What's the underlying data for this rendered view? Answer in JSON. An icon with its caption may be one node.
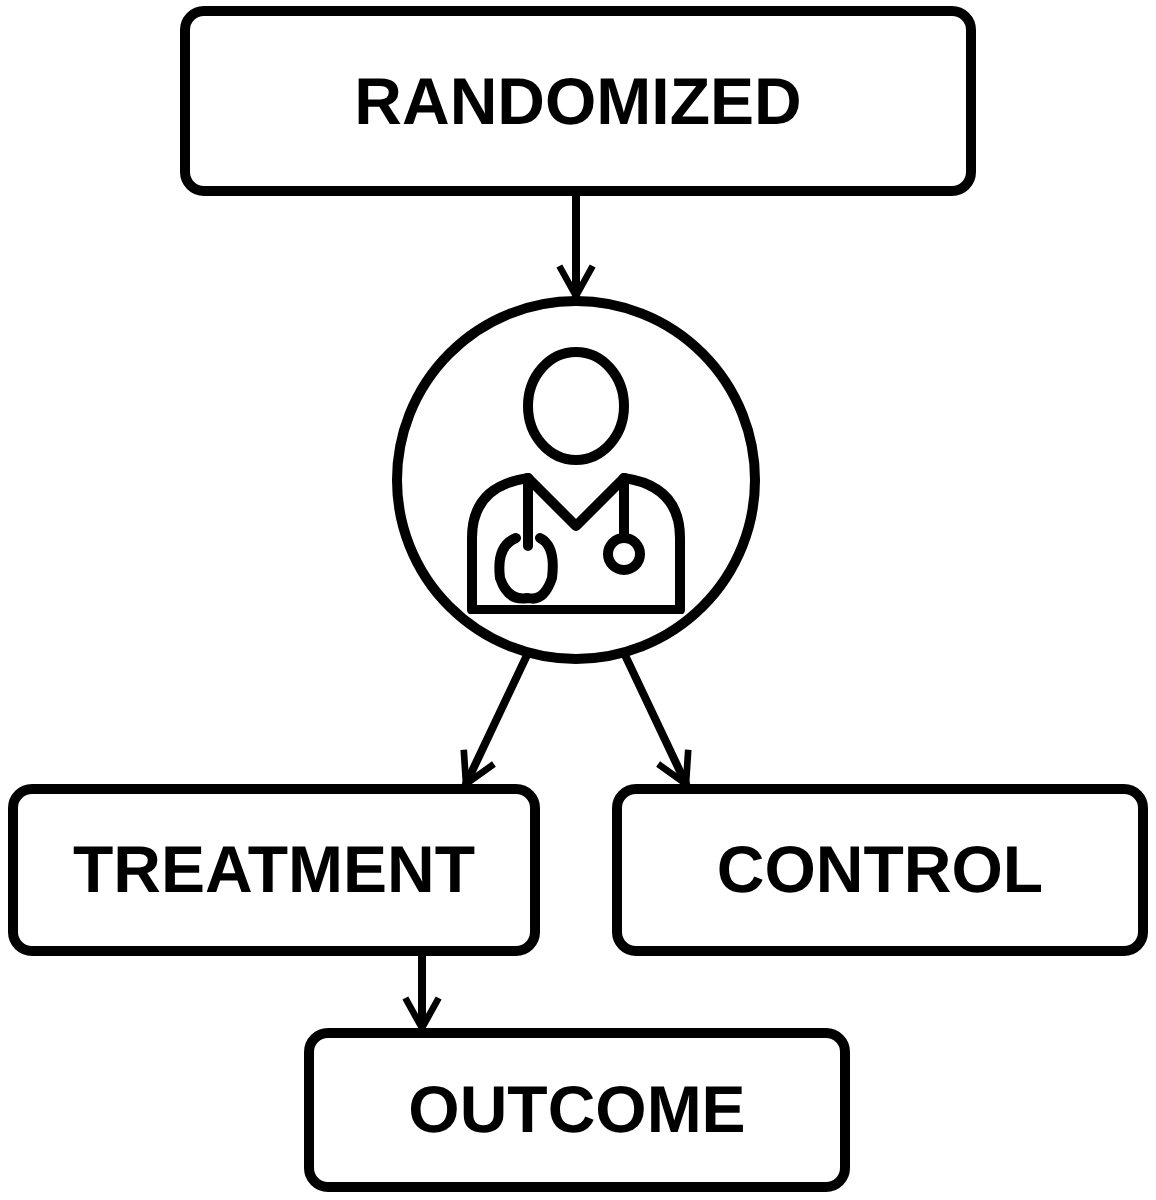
{
  "diagram": {
    "nodes": [
      {
        "text": [
          "RANDOMIZED"
        ]
      },
      {
        "text": [],
        "shape": "circle"
      },
      {
        "text": [
          "TREATMENT"
        ]
      },
      {
        "text": [
          "CONTROL"
        ]
      },
      {
        "text": [
          "OUTCOME"
        ]
      }
    ],
    "edges": [
      {
        "from": 0,
        "to": 1,
        "arrow": "to"
      },
      {
        "from": 1,
        "to": 2,
        "arrow": "to"
      },
      {
        "from": 1,
        "to": 3,
        "arrow": "to"
      },
      {
        "from": 2,
        "to": 4,
        "arrow": "to"
      }
    ]
  }
}
